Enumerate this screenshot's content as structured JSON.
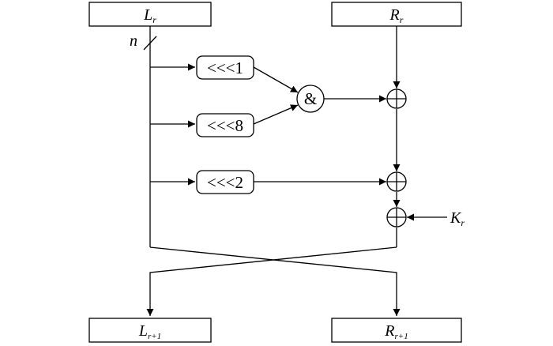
{
  "blocks": {
    "L_in": {
      "main": "L",
      "sub": "r"
    },
    "R_in": {
      "main": "R",
      "sub": "r"
    },
    "L_out": {
      "main": "L",
      "sub": "r+1"
    },
    "R_out": {
      "main": "R",
      "sub": "r+1"
    }
  },
  "wire_width_label": "n",
  "rotations": {
    "rot1": "<<<1",
    "rot8": "<<<8",
    "rot2": "<<<2"
  },
  "and_op": "&",
  "key": {
    "main": "K",
    "sub": "r"
  }
}
